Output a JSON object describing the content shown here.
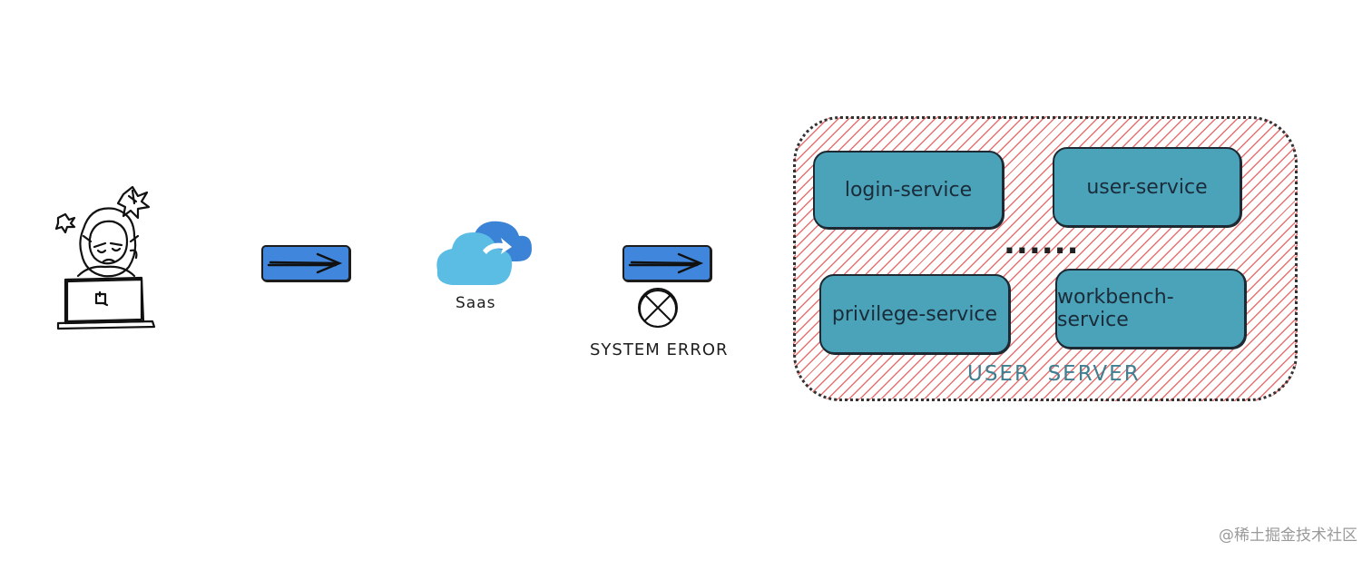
{
  "user": {
    "icon": "developer-at-laptop-icon"
  },
  "cloud": {
    "label": "Saas",
    "icon": "cloud-sync-icon"
  },
  "error": {
    "label": "SYSTEM ERROR",
    "icon": "x-circle-icon"
  },
  "server_group": {
    "label": "USER  SERVER",
    "services": [
      {
        "name": "login-service"
      },
      {
        "name": "user-service"
      },
      {
        "name": "privilege-service"
      },
      {
        "name": "workbench-service"
      }
    ],
    "ellipsis": "......"
  },
  "colors": {
    "arrow_fill": "#3f86dc",
    "service_fill": "#4aa3b8",
    "hatch": "#e45858",
    "server_label": "#3f7f90",
    "cloud_light": "#5bbde3",
    "cloud_dark": "#3b83d6"
  },
  "watermark": "@稀土掘金技术社区"
}
